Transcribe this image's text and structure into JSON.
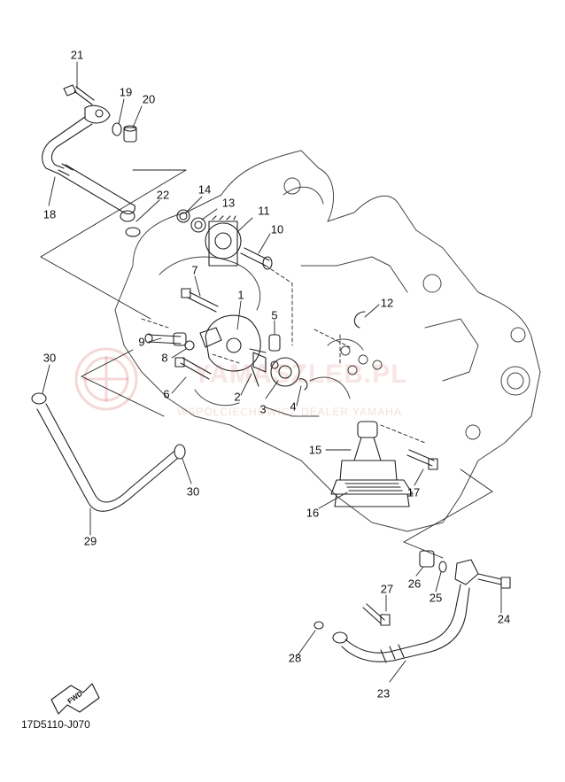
{
  "diagram": {
    "code": "17D5110-J070",
    "fwd_label": "FWD",
    "watermark_line1": "YAMASZLEB.PL",
    "watermark_line2": "WSPÓŁCIECHOWICZ DEALER YAMAHA"
  },
  "callouts": {
    "n1": "1",
    "n2": "2",
    "n3": "3",
    "n4": "4",
    "n5": "5",
    "n6": "6",
    "n7": "7",
    "n8": "8",
    "n9": "9",
    "n10": "10",
    "n11": "11",
    "n12": "12",
    "n13": "13",
    "n14": "14",
    "n15": "15",
    "n16": "16",
    "n17": "17",
    "n18": "18",
    "n19": "19",
    "n20": "20",
    "n21": "21",
    "n22": "22",
    "n23": "23",
    "n24": "24",
    "n25": "25",
    "n26": "26",
    "n27": "27",
    "n28": "28",
    "n29": "29",
    "n30a": "30",
    "n30b": "30"
  },
  "colors": {
    "line": "#222222",
    "watermark": "#c82828"
  }
}
